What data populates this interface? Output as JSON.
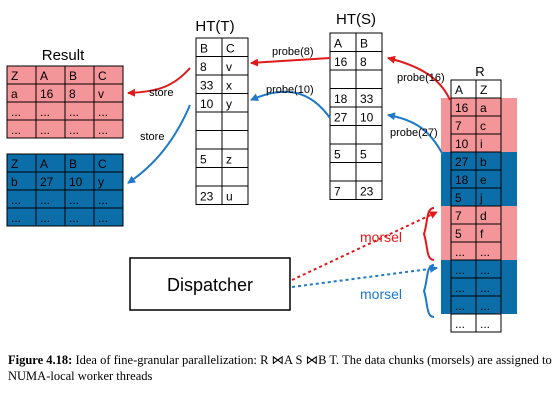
{
  "caption": {
    "label": "Figure 4.18:",
    "text": "Idea of fine-granular parallelization: R ⋈A S ⋈B T. The data chunks (morsels) are assigned to NUMA-local worker threads"
  },
  "colors": {
    "red_fill": "#f4959a",
    "blue_fill": "#0b6ea8",
    "red_arrow": "#e01a1a",
    "blue_arrow": "#1f78c8"
  },
  "tables": {
    "result": {
      "title": "Result",
      "headers": [
        "Z",
        "A",
        "B",
        "C"
      ],
      "red_rows": [
        [
          "a",
          "16",
          "8",
          "v"
        ],
        [
          "...",
          "...",
          "...",
          "..."
        ],
        [
          "...",
          "...",
          "...",
          "..."
        ]
      ],
      "blue_rows": [
        [
          "b",
          "27",
          "10",
          "y"
        ],
        [
          "...",
          "...",
          "...",
          "..."
        ],
        [
          "...",
          "...",
          "...",
          "..."
        ]
      ]
    },
    "ht_t": {
      "title": "HT(T)",
      "headers": [
        "B",
        "C"
      ],
      "rows": [
        [
          "8",
          "v"
        ],
        [
          "33",
          "x"
        ],
        [
          "10",
          "y"
        ],
        [
          "",
          ""
        ],
        [
          "",
          ""
        ],
        [
          "5",
          "z"
        ],
        [
          "",
          ""
        ],
        [
          "23",
          "u"
        ]
      ]
    },
    "ht_s": {
      "title": "HT(S)",
      "headers": [
        "A",
        "B"
      ],
      "rows": [
        [
          "16",
          "8"
        ],
        [
          "",
          ""
        ],
        [
          "18",
          "33"
        ],
        [
          "27",
          "10"
        ],
        [
          "",
          ""
        ],
        [
          "5",
          "5"
        ],
        [
          "",
          ""
        ],
        [
          "7",
          "23"
        ]
      ]
    },
    "r": {
      "title": "R",
      "headers": [
        "A",
        "Z"
      ],
      "rows": [
        {
          "c": [
            "16",
            "a"
          ],
          "color": "red"
        },
        {
          "c": [
            "7",
            "c"
          ],
          "color": "red"
        },
        {
          "c": [
            "10",
            "i"
          ],
          "color": "red"
        },
        {
          "c": [
            "27",
            "b"
          ],
          "color": "blue"
        },
        {
          "c": [
            "18",
            "e"
          ],
          "color": "blue"
        },
        {
          "c": [
            "5",
            "j"
          ],
          "color": "blue"
        },
        {
          "c": [
            "7",
            "d"
          ],
          "color": "red"
        },
        {
          "c": [
            "5",
            "f"
          ],
          "color": "red"
        },
        {
          "c": [
            "...",
            "..."
          ],
          "color": "red"
        },
        {
          "c": [
            "...",
            "..."
          ],
          "color": "blue"
        },
        {
          "c": [
            "...",
            "..."
          ],
          "color": "blue"
        },
        {
          "c": [
            "...",
            "..."
          ],
          "color": "blue"
        },
        {
          "c": [
            "...",
            "..."
          ],
          "color": "white"
        }
      ]
    }
  },
  "labels": {
    "store_red": "store",
    "store_blue": "store",
    "probe_8": "probe(8)",
    "probe_10": "probe(10)",
    "probe_16": "probe(16)",
    "probe_27": "probe(27)",
    "morsel_red": "morsel",
    "morsel_blue": "morsel",
    "dispatcher": "Dispatcher"
  }
}
